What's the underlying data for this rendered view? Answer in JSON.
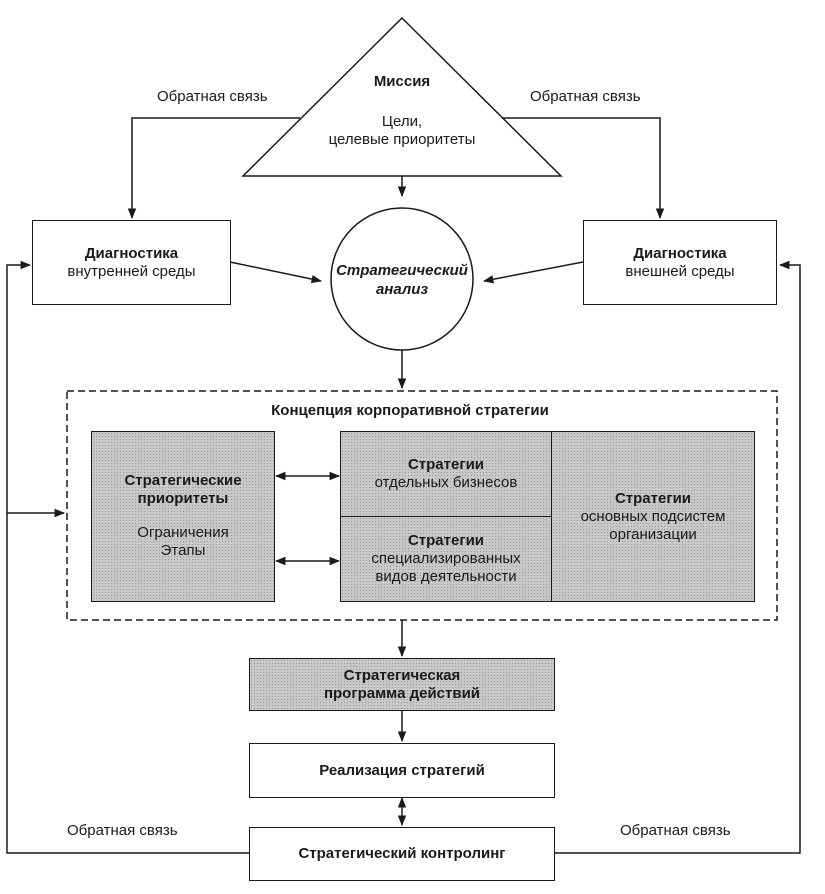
{
  "mission": {
    "title": "Миссия",
    "goals_line1": "Цели,",
    "goals_line2": "целевые приоритеты"
  },
  "feedback": {
    "top_left": "Обратная связь",
    "top_right": "Обратная связь",
    "bottom_left": "Обратная связь",
    "bottom_right": "Обратная связь"
  },
  "diag_internal": {
    "title": "Диагностика",
    "subtitle": "внутренней среды"
  },
  "diag_external": {
    "title": "Диагностика",
    "subtitle": "внешней среды"
  },
  "analysis": {
    "line1": "Стратегический",
    "line2": "анализ"
  },
  "concept": {
    "title": "Концепция корпоративной стратегии",
    "priorities": {
      "title1": "Стратегические",
      "title2": "приоритеты",
      "sub1": "Ограничения",
      "sub2": "Этапы"
    },
    "business": {
      "title": "Стратегии",
      "subtitle": "отдельных бизнесов"
    },
    "specialized": {
      "title": "Стратегии",
      "sub1": "специализированных",
      "sub2": "видов деятельности"
    },
    "subsystems": {
      "title": "Стратегии",
      "sub1": "основных подсистем",
      "sub2": "организации"
    }
  },
  "program": {
    "line1": "Стратегическая",
    "line2": "программа действий"
  },
  "implementation": {
    "label": "Реализация стратегий"
  },
  "controlling": {
    "label": "Стратегический контролинг"
  }
}
